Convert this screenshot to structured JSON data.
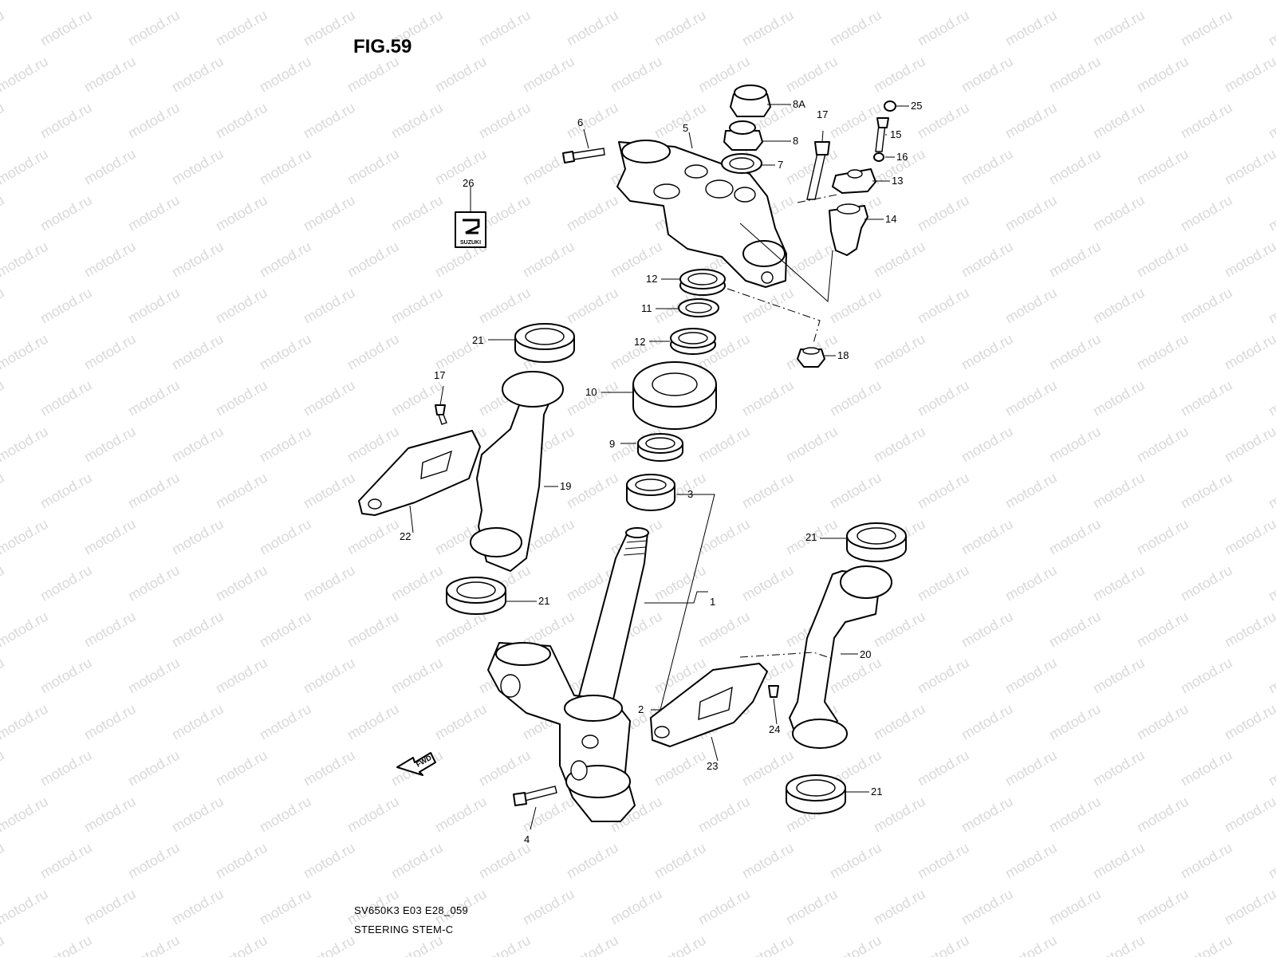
{
  "figure": {
    "title": "FIG.59",
    "model_code": "SV650K3 E03 E28_059",
    "section_name": "STEERING STEM-C"
  },
  "watermark": {
    "text": "motod.ru"
  },
  "emblem": {
    "text": "SUZUKI"
  },
  "fwd_arrow": {
    "text": "FWD"
  },
  "callouts": [
    {
      "label": "1"
    },
    {
      "label": "2"
    },
    {
      "label": "3"
    },
    {
      "label": "4"
    },
    {
      "label": "5"
    },
    {
      "label": "6"
    },
    {
      "label": "7"
    },
    {
      "label": "8"
    },
    {
      "label": "8A"
    },
    {
      "label": "9"
    },
    {
      "label": "10"
    },
    {
      "label": "11"
    },
    {
      "label": "12"
    },
    {
      "label": "12"
    },
    {
      "label": "13"
    },
    {
      "label": "14"
    },
    {
      "label": "15"
    },
    {
      "label": "16"
    },
    {
      "label": "17"
    },
    {
      "label": "17"
    },
    {
      "label": "18"
    },
    {
      "label": "19"
    },
    {
      "label": "20"
    },
    {
      "label": "21"
    },
    {
      "label": "21"
    },
    {
      "label": "21"
    },
    {
      "label": "21"
    },
    {
      "label": "22"
    },
    {
      "label": "23"
    },
    {
      "label": "24"
    },
    {
      "label": "25"
    },
    {
      "label": "26"
    }
  ]
}
